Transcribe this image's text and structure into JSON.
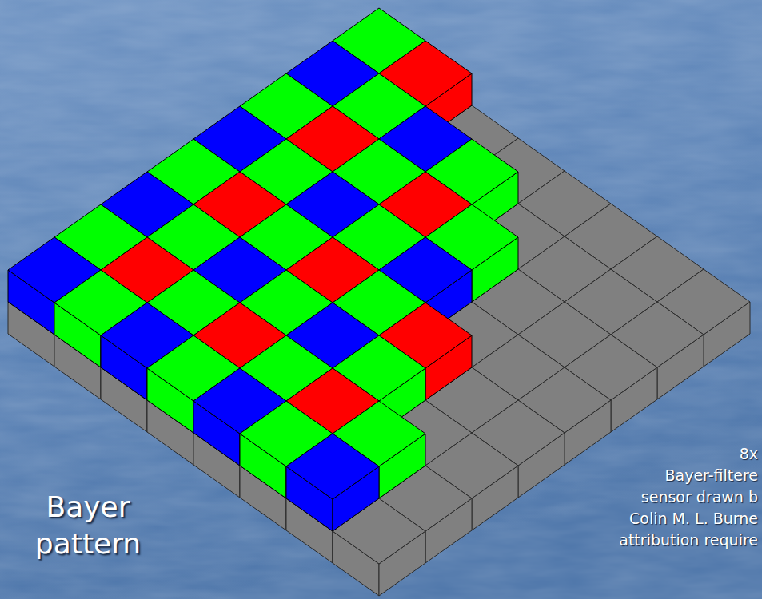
{
  "diagram": {
    "title": "Bayer pattern",
    "labels": [
      "8x",
      "Bayer-filtere",
      "sensor drawn b",
      "Colin M. L. Burne",
      "attribution require"
    ]
  }
}
